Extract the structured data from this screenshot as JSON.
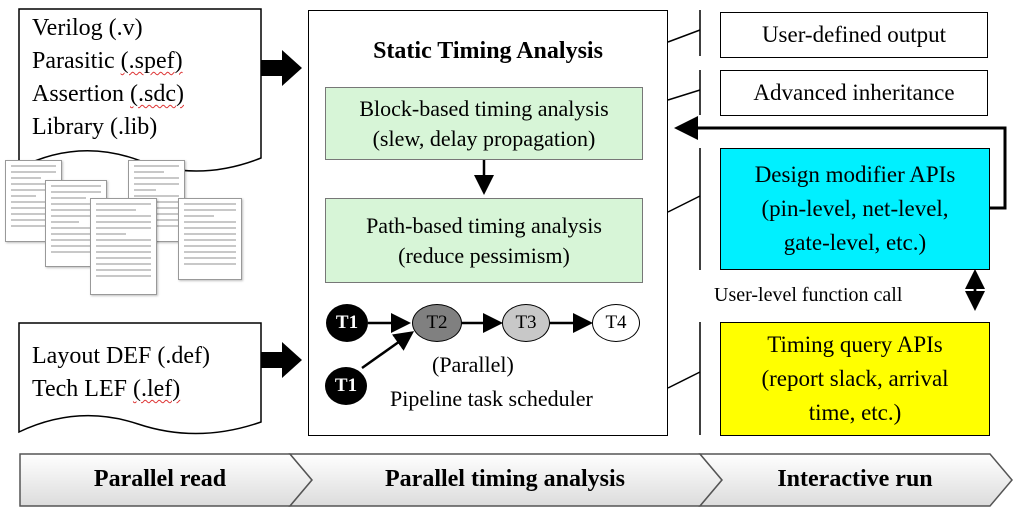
{
  "inputs": {
    "top_files": [
      {
        "name": "Verilog",
        "ext": "(.v)"
      },
      {
        "name": "Parasitic",
        "ext": "(.spef)"
      },
      {
        "name": "Assertion",
        "ext": "(.sdc)"
      },
      {
        "name": "Library",
        "ext": "(.lib)"
      }
    ],
    "bottom_files": [
      {
        "name": "Layout DEF",
        "ext": "(.def)"
      },
      {
        "name": "Tech LEF",
        "ext": "(.lef)"
      }
    ]
  },
  "sta": {
    "title": "Static Timing Analysis",
    "block_based": [
      "Block-based timing analysis",
      "(slew, delay propagation)"
    ],
    "path_based": [
      "Path-based timing analysis",
      "(reduce pessimism)"
    ],
    "tasks": [
      "T1",
      "T1",
      "T2",
      "T3",
      "T4"
    ],
    "scheduler": [
      "(Parallel)",
      "Pipeline task scheduler"
    ]
  },
  "right": {
    "user_defined_output": "User-defined output",
    "advanced_inheritance": "Advanced inheritance",
    "design_modifier": [
      "Design modifier APIs",
      "(pin-level, net-level,",
      "gate-level, etc.)"
    ],
    "function_call": "User-level function call",
    "timing_query": [
      "Timing query APIs",
      "(report slack, arrival",
      "time, etc.)"
    ]
  },
  "colors": {
    "green_box": "#d7f5d7",
    "design_modifier": "#00f0ff",
    "timing_query": "#ffff00",
    "t1_node": "#000000",
    "t2_node": "#808080",
    "t3_node": "#c8c8c8",
    "t4_node": "#ffffff"
  },
  "stages": [
    "Parallel read",
    "Parallel timing analysis",
    "Interactive run"
  ]
}
